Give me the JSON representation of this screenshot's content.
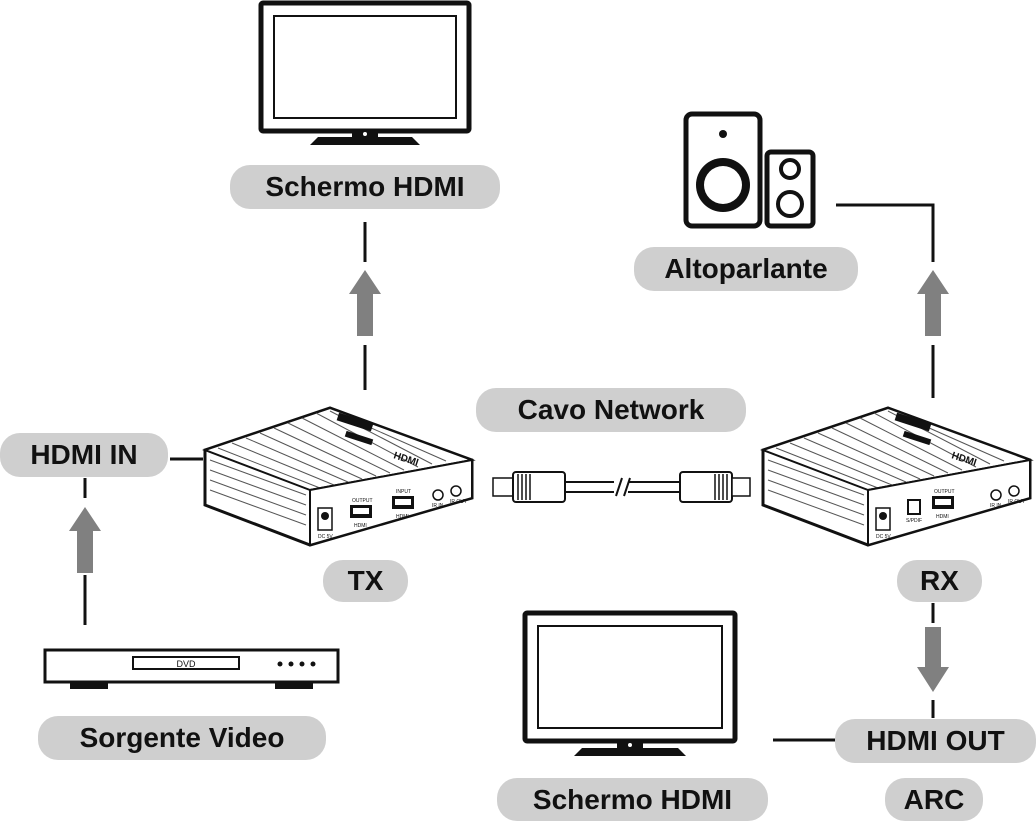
{
  "labels": {
    "display_top": "Schermo HDMI",
    "speaker": "Altoparlante",
    "network_cable": "Cavo Network",
    "hdmi_in": "HDMI IN",
    "tx": "TX",
    "rx": "RX",
    "video_source": "Sorgente Video",
    "display_bottom": "Schermo HDMI",
    "hdmi_out": "HDMI OUT",
    "arc": "ARC"
  },
  "device_text": {
    "dvd": "DVD",
    "brand": "HDMI",
    "tx_output": "OUTPUT",
    "tx_input": "INPUT",
    "port_hdmi": "HDMI",
    "ir_in": "IR IN",
    "ir_out": "IR OUT",
    "dc": "DC 5V",
    "spdif": "S/PDIF"
  },
  "colors": {
    "pill": "#cfcfcf",
    "arrow": "#808080",
    "line": "#111111"
  }
}
